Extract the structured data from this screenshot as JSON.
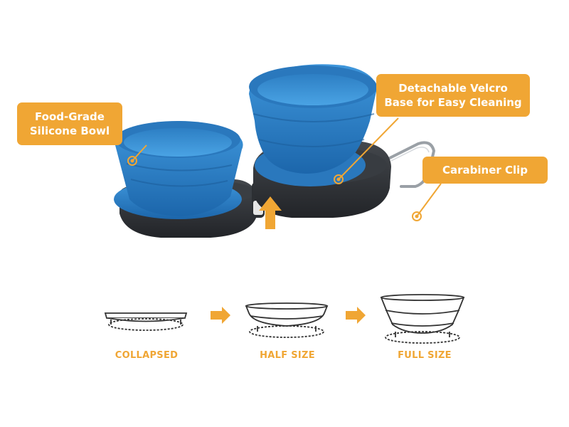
{
  "callouts": {
    "food_grade": {
      "line1": "Food-Grade",
      "line2": "Silicone Bowl"
    },
    "velcro": {
      "line1": "Detachable Velcro",
      "line2": "Base for Easy Cleaning"
    },
    "carabiner": {
      "line1": "Carabiner Clip"
    }
  },
  "size_stages": {
    "collapsed": "COLLAPSED",
    "half": "HALF SIZE",
    "full": "FULL SIZE"
  },
  "colors": {
    "accent_orange": "#f0a634",
    "bowl_blue": "#2f86cf",
    "bowl_blue_dark": "#1f6fb5",
    "base_dark": "#2f3236",
    "line_dark": "#333333"
  },
  "icons": {
    "marker": "target-dot-icon",
    "arrow_up": "arrow-up-icon",
    "arrow_right": "arrow-right-icon"
  }
}
